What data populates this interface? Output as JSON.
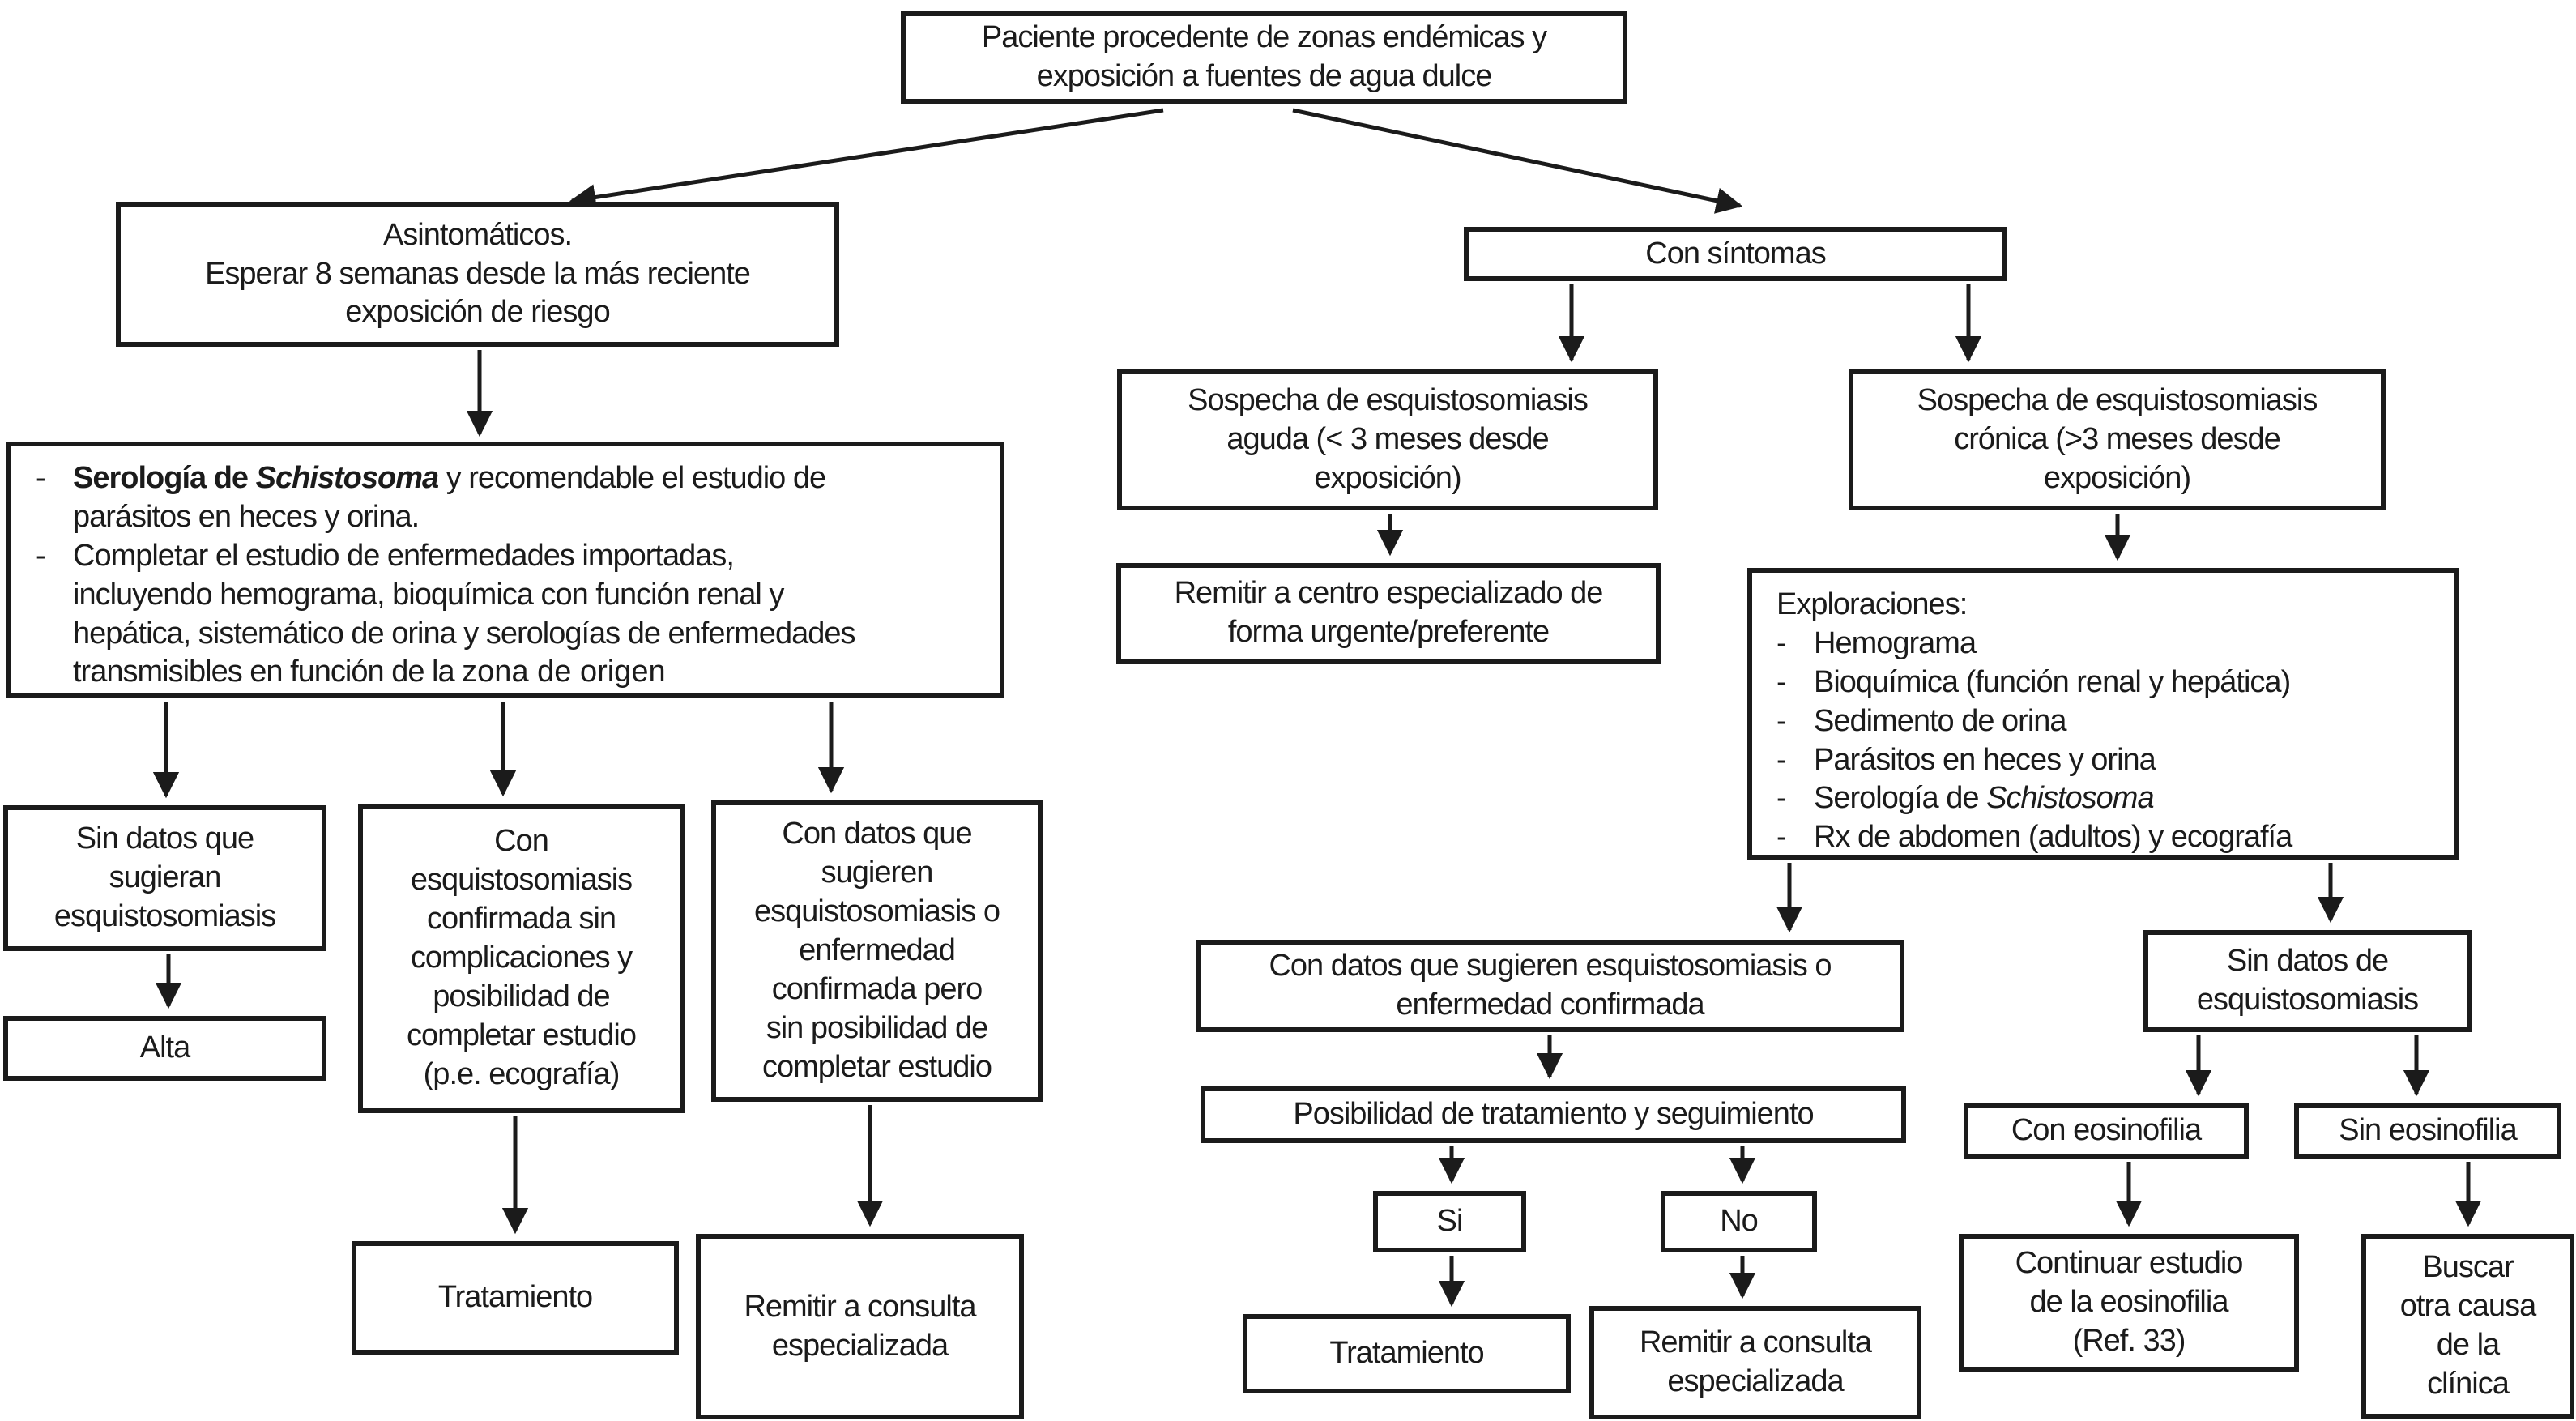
{
  "meta": {
    "diagram_type": "flowchart",
    "language": "es",
    "background_color": "#ffffff",
    "line_color": "#1b1b1b",
    "text_color": "#1b1b1b",
    "topic": "Algoritmo de manejo de esquistosomiasis"
  },
  "nodes": {
    "root": {
      "label": "Paciente procedente de zonas endémicas y\nexposición a fuentes de agua dulce"
    },
    "asintomaticos": {
      "label": "Asintomáticos.\nEsperar 8 semanas desde la más reciente\nexposición de riesgo"
    },
    "serologia": {
      "dash": "-",
      "item1_bold": "Serología de ",
      "item1_bold_italic": "Schistosoma",
      "item1_rest": " y recomendable el estudio de\nparásitos en heces y orina.",
      "item2_main": "Completar el estudio de enfermedades importadas,\nincluyendo hemograma, bioquímica con función renal y\nhepática, sistemático de orina y serologías de enfermedades\ntransmisibles en función de la ",
      "item2_zona": "zona de origen"
    },
    "sin_datos_sugieran": {
      "label": "Sin datos que\nsugieran\nesquistosomiasis"
    },
    "alta": {
      "label": "Alta"
    },
    "con_esquisto_confirmada": {
      "label": "Con\nesquistosomiasis\nconfirmada sin\ncomplicaciones y\nposibilidad de\ncompletar estudio\n(p.e. ecografía)"
    },
    "con_datos_sin_posibilidad": {
      "label": "Con datos que\nsugieren\nesquistosomiasis o\nenfermedad\nconfirmada pero\nsin posibilidad de\ncompletar estudio"
    },
    "tratamiento_left": {
      "label": "Tratamiento"
    },
    "remitir_consulta_left": {
      "label": "Remitir a consulta\nespecializada"
    },
    "con_sintomas": {
      "label": "Con síntomas"
    },
    "sospecha_aguda": {
      "label": "Sospecha de esquistosomiasis\naguda (< 3 meses desde\nexposición)"
    },
    "sospecha_cronica": {
      "label": "Sospecha de esquistosomiasis\ncrónica (>3 meses desde\nexposición)"
    },
    "remitir_centro": {
      "label": "Remitir a centro especializado de\nforma urgente/preferente"
    },
    "exploraciones": {
      "title": "Exploraciones:",
      "dash": "-",
      "items": [
        "Hemograma",
        "Bioquímica (función renal y hepática)",
        "Sedimento de orina",
        "Parásitos en heces y orina"
      ],
      "item_serologia_prefix": "Serología de ",
      "item_serologia_italic": "Schistosoma",
      "item_rx": "Rx de abdomen (adultos) y ecografía"
    },
    "con_datos_confirmada": {
      "label": "Con datos que sugieren esquistosomiasis o\nenfermedad confirmada"
    },
    "posibilidad": {
      "label": "Posibilidad de tratamiento y seguimiento"
    },
    "si": {
      "label": "Si"
    },
    "no": {
      "label": "No"
    },
    "tratamiento_mid": {
      "label": "Tratamiento"
    },
    "remitir_consulta_mid": {
      "label": "Remitir a consulta\nespecializada"
    },
    "sin_datos_esquisto": {
      "label": "Sin datos de\nesquistosomiasis"
    },
    "con_eosinofilia": {
      "label": "Con eosinofilia"
    },
    "sin_eosinofilia": {
      "label": "Sin eosinofilia"
    },
    "continuar_estudio": {
      "label": "Continuar estudio\nde la eosinofilia\n(Ref. 33)"
    },
    "buscar_otra_causa": {
      "label": "Buscar\notra causa\nde la\nclínica"
    }
  }
}
